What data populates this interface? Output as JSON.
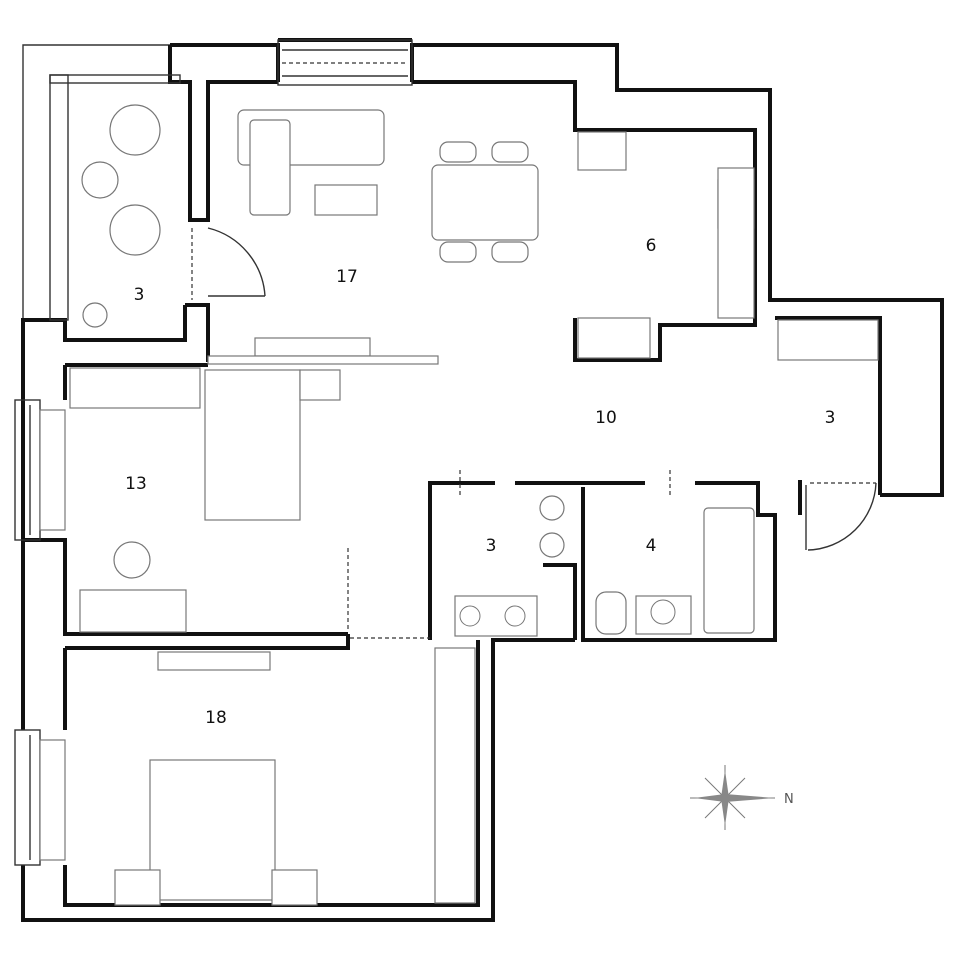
{
  "rooms": [
    {
      "id": "balcony",
      "area": "3"
    },
    {
      "id": "living",
      "area": "17"
    },
    {
      "id": "kitchen",
      "area": "6"
    },
    {
      "id": "hall",
      "area": "10"
    },
    {
      "id": "entry",
      "area": "3"
    },
    {
      "id": "bedroom-1",
      "area": "13"
    },
    {
      "id": "wc",
      "area": "3"
    },
    {
      "id": "bathroom",
      "area": "4"
    },
    {
      "id": "bedroom-2",
      "area": "18"
    }
  ],
  "compass": {
    "label": "N",
    "icon": "compass-rose-icon"
  },
  "colors": {
    "wall": "#111111",
    "furniture": "#777777",
    "background": "#ffffff"
  }
}
